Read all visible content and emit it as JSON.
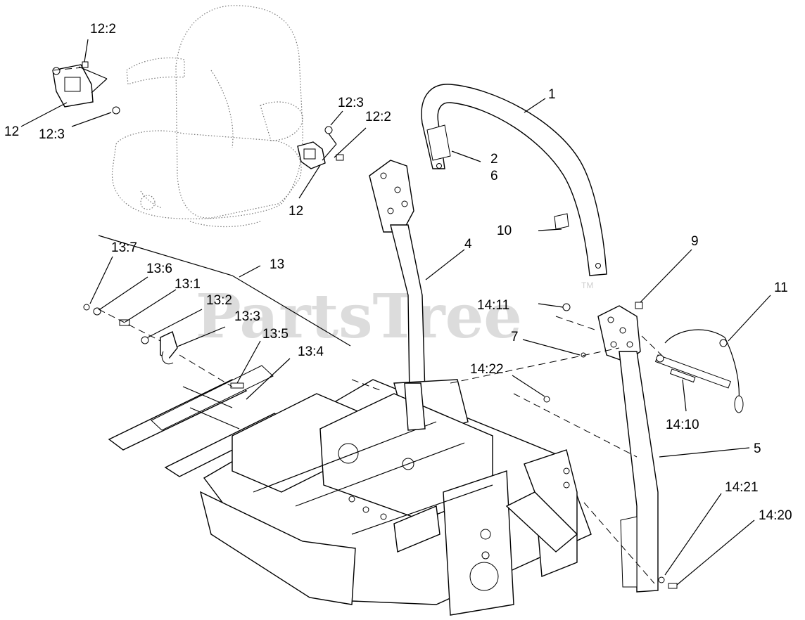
{
  "watermark": {
    "text": "PartsTree",
    "trademark": "TM"
  },
  "callouts": [
    {
      "id": "c-1",
      "text": "1"
    },
    {
      "id": "c-2",
      "text": "2"
    },
    {
      "id": "c-6",
      "text": "6"
    },
    {
      "id": "c-4",
      "text": "4"
    },
    {
      "id": "c-10",
      "text": "10"
    },
    {
      "id": "c-9",
      "text": "9"
    },
    {
      "id": "c-11",
      "text": "11"
    },
    {
      "id": "c-14-11",
      "text": "14:11"
    },
    {
      "id": "c-7",
      "text": "7"
    },
    {
      "id": "c-14-22",
      "text": "14:22"
    },
    {
      "id": "c-14-10",
      "text": "14:10"
    },
    {
      "id": "c-5",
      "text": "5"
    },
    {
      "id": "c-14-21",
      "text": "14:21"
    },
    {
      "id": "c-14-20",
      "text": "14:20"
    },
    {
      "id": "c-12-2a",
      "text": "12:2"
    },
    {
      "id": "c-12a",
      "text": "12"
    },
    {
      "id": "c-12-3a",
      "text": "12:3"
    },
    {
      "id": "c-12-3b",
      "text": "12:3"
    },
    {
      "id": "c-12-2b",
      "text": "12:2"
    },
    {
      "id": "c-12b",
      "text": "12"
    },
    {
      "id": "c-13-7",
      "text": "13:7"
    },
    {
      "id": "c-13-6",
      "text": "13:6"
    },
    {
      "id": "c-13-1",
      "text": "13:1"
    },
    {
      "id": "c-13",
      "text": "13"
    },
    {
      "id": "c-13-2",
      "text": "13:2"
    },
    {
      "id": "c-13-3",
      "text": "13:3"
    },
    {
      "id": "c-13-5",
      "text": "13:5"
    },
    {
      "id": "c-13-4",
      "text": "13:4"
    }
  ]
}
